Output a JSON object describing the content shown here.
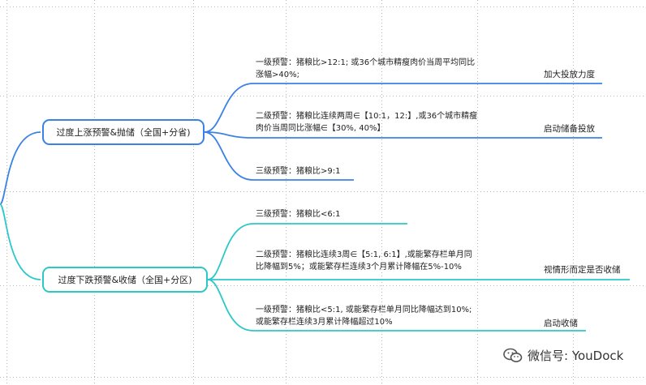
{
  "colors": {
    "up_branch": "#3b82e6",
    "down_branch": "#2cc8c8"
  },
  "up_node": {
    "label": "过度上涨预警&抛储（全国+分省)"
  },
  "down_node": {
    "label": "过度下跌预警&收储（全国+分区)"
  },
  "up_leaves": [
    {
      "line1": "一级预警：猪粮比>12:1; 或36个城市精瘦肉价当周平均同比",
      "line2": "涨幅>40%;",
      "action": "加大投放力度"
    },
    {
      "line1": "二级预警：猪粮比连续两周∈【10:1，12:】,或36个城市精瘦",
      "line2": "肉价当周同比涨幅∈【30%, 40%】",
      "action": "启动储备投放"
    },
    {
      "line1": "三级预警：猪粮比>9:1",
      "line2": "",
      "action": ""
    }
  ],
  "down_leaves": [
    {
      "line1": "三级预警：猪粮比<6:1",
      "line2": "",
      "action": ""
    },
    {
      "line1": "二级预警：猪粮比连续3周∈【5:1, 6:1】,或能繁存栏单月同",
      "line2": "比降幅到5%；或能繁存栏连续3个月累计降幅在5%-10%",
      "action": "视情形而定是否收储"
    },
    {
      "line1": "一级预警：猪粮比<5:1, 或能繁存栏单月同比降幅达到10%;",
      "line2": "或能繁存栏连续3月累计降幅超过10%",
      "action": "启动收储"
    }
  ],
  "watermark": {
    "text": "微信号: YouDock",
    "icon": "wechat-icon"
  }
}
